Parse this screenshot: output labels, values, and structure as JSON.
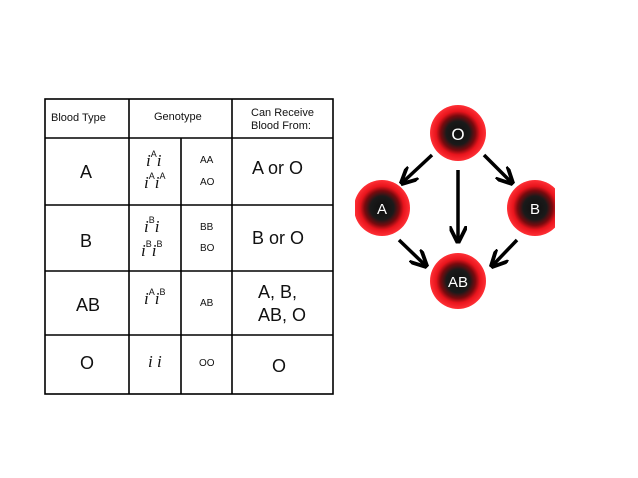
{
  "table": {
    "headers": {
      "blood_type": "Blood  Type",
      "genotype": "Genotype",
      "receive_line1": "Can Receive",
      "receive_line2": "Blood From:"
    },
    "rows": [
      {
        "type": "A",
        "genotype_symbols": [
          [
            "A",
            "i"
          ],
          [
            "A",
            "A"
          ]
        ],
        "codes": [
          "AA",
          "AO"
        ],
        "receive": [
          "A or O"
        ]
      },
      {
        "type": "B",
        "genotype_symbols": [
          [
            "B",
            "i"
          ],
          [
            "B",
            "B"
          ]
        ],
        "codes": [
          "BB",
          "BO"
        ],
        "receive": [
          "B or O"
        ]
      },
      {
        "type": "AB",
        "genotype_symbols": [
          [
            "A",
            "B"
          ]
        ],
        "codes": [
          "AB"
        ],
        "receive": [
          "A, B,",
          "AB, O"
        ]
      },
      {
        "type": "O",
        "genotype_text": "i i",
        "codes": [
          "OO"
        ],
        "receive": [
          "O"
        ]
      }
    ]
  },
  "diagram": {
    "nodes": [
      {
        "id": "O",
        "label": "O"
      },
      {
        "id": "A",
        "label": "A"
      },
      {
        "id": "B",
        "label": "B"
      },
      {
        "id": "AB",
        "label": "AB"
      }
    ],
    "edges": [
      {
        "from": "O",
        "to": "A"
      },
      {
        "from": "O",
        "to": "B"
      },
      {
        "from": "O",
        "to": "AB"
      },
      {
        "from": "A",
        "to": "AB"
      },
      {
        "from": "B",
        "to": "AB"
      }
    ],
    "node_color": "#e8141c",
    "center_color": "#1a1a1a"
  }
}
